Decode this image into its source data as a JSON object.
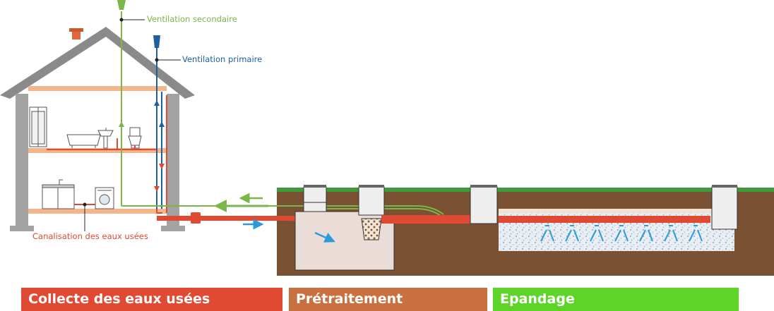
{
  "labels": {
    "ventilation_secondaire": "Ventilation secondaire",
    "ventilation_primaire": "Ventilation primaire",
    "canalisation": "Canalisation des eaux usées"
  },
  "phases": [
    {
      "label": "Collecte des eaux usées",
      "color": "#e04a32"
    },
    {
      "label": "Prétraitement",
      "color": "#c97040"
    },
    {
      "label": "Epandage",
      "color": "#5ed42a"
    }
  ],
  "colors": {
    "ventilation_secondaire": "#7ab648",
    "ventilation_primaire": "#1f5fa0",
    "canalisation": "#e04a32",
    "flow_arrow": "#2a9ad8",
    "ground": "#7a5233",
    "grass": "#3e9a3a",
    "floor": "#f5b58a",
    "walls": "#a3a3a3"
  }
}
